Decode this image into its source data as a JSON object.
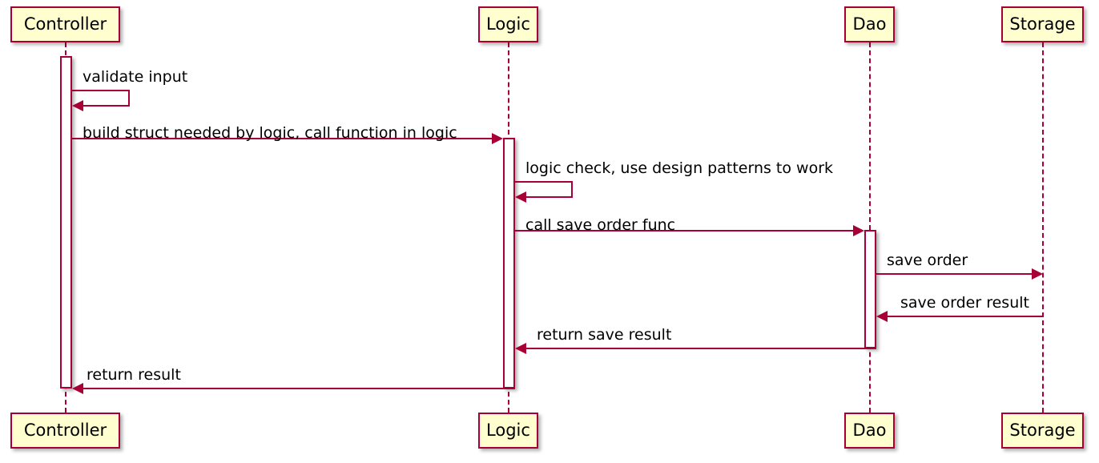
{
  "diagram": {
    "type": "uml-sequence-diagram",
    "title": "",
    "colors": {
      "participant_fill": "#FEFECE",
      "participant_border": "#A80036",
      "lifeline": "#A80036",
      "arrow": "#A80036",
      "activation_fill": "#FFFFFF",
      "text": "#000000",
      "background": "#FFFFFF"
    },
    "participants": [
      {
        "id": "controller",
        "label": "Controller"
      },
      {
        "id": "logic",
        "label": "Logic"
      },
      {
        "id": "dao",
        "label": "Dao"
      },
      {
        "id": "storage",
        "label": "Storage"
      }
    ],
    "messages": [
      {
        "id": "m1",
        "from": "controller",
        "to": "controller",
        "label": "validate input",
        "kind": "self"
      },
      {
        "id": "m2",
        "from": "controller",
        "to": "logic",
        "label": "build struct needed by logic, call function in logic",
        "kind": "call"
      },
      {
        "id": "m3",
        "from": "logic",
        "to": "logic",
        "label": "logic check, use design patterns to work",
        "kind": "self"
      },
      {
        "id": "m4",
        "from": "logic",
        "to": "dao",
        "label": "call save order func",
        "kind": "call"
      },
      {
        "id": "m5",
        "from": "dao",
        "to": "storage",
        "label": "save order",
        "kind": "call"
      },
      {
        "id": "m6",
        "from": "storage",
        "to": "dao",
        "label": "save order result",
        "kind": "return"
      },
      {
        "id": "m7",
        "from": "dao",
        "to": "logic",
        "label": "return save result",
        "kind": "return"
      },
      {
        "id": "m8",
        "from": "logic",
        "to": "controller",
        "label": "return result",
        "kind": "return"
      }
    ]
  }
}
